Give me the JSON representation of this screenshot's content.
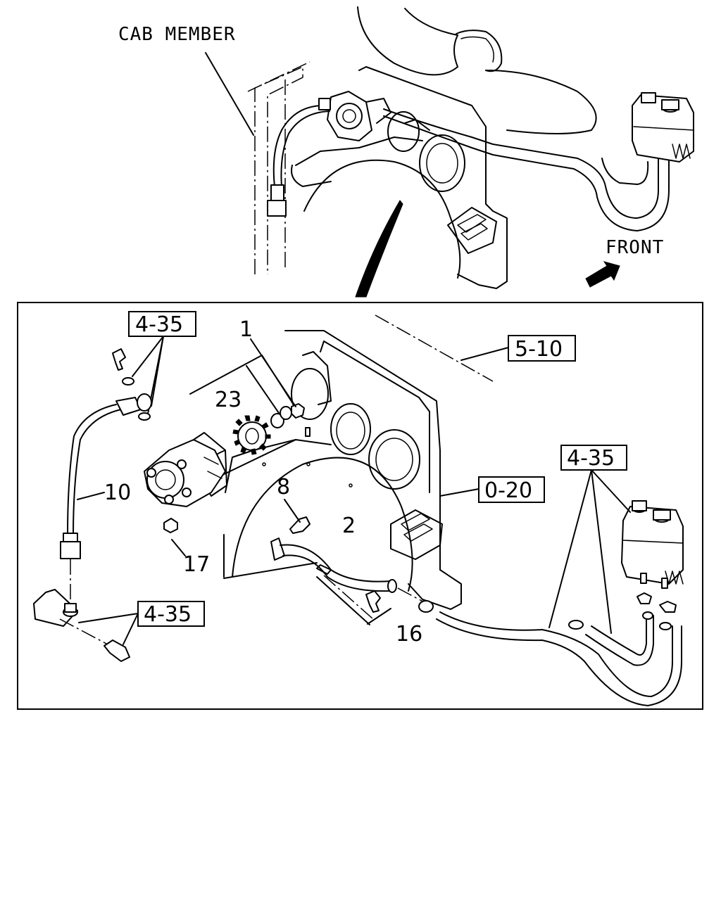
{
  "labels": {
    "cab_member": "CAB MEMBER",
    "front": "FRONT"
  },
  "refs": {
    "r435_top": "4-35",
    "r510": "5-10",
    "r020": "0-20",
    "r435_right": "4-35",
    "r435_bottom": "4-35"
  },
  "callouts": {
    "c1": "1",
    "c23": "23",
    "c10": "10",
    "c8": "8",
    "c2": "2",
    "c17": "17",
    "c16": "16"
  }
}
